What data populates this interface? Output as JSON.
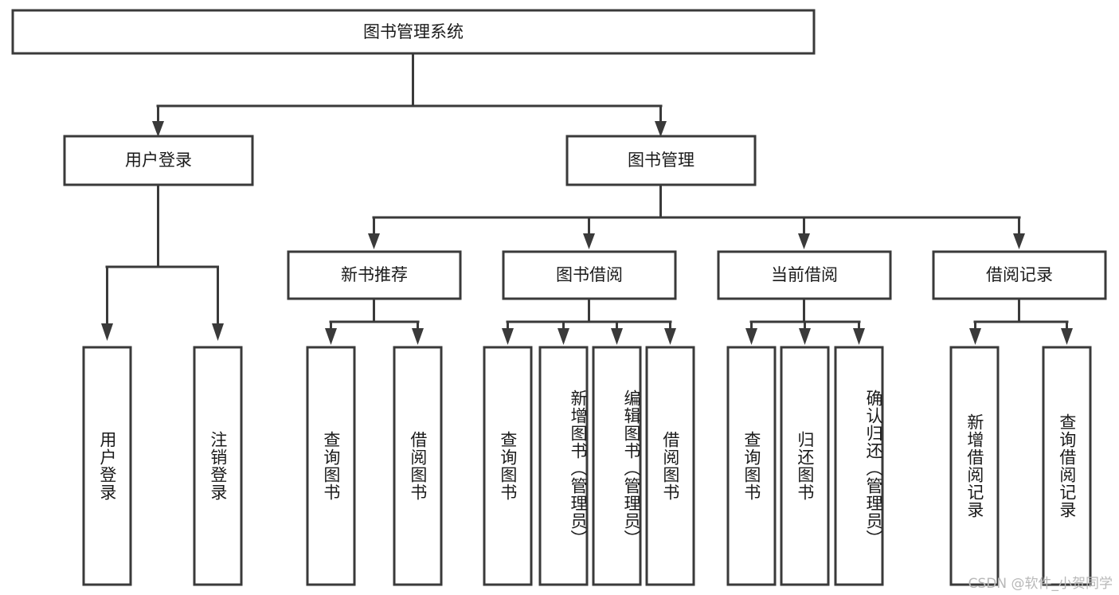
{
  "diagram": {
    "title_node": {
      "label": "图书管理系统"
    },
    "level2": [
      {
        "id": "user-login",
        "label": "用户登录"
      },
      {
        "id": "book-manage",
        "label": "图书管理"
      }
    ],
    "level3": [
      {
        "id": "new-book-recommend",
        "label": "新书推荐"
      },
      {
        "id": "book-borrow",
        "label": "图书借阅"
      },
      {
        "id": "current-borrow",
        "label": "当前借阅"
      },
      {
        "id": "borrow-record",
        "label": "借阅记录"
      }
    ],
    "leaves": {
      "user_login": [
        {
          "id": "leaf-user-login",
          "label": "用户登录"
        },
        {
          "id": "leaf-logout-login",
          "label": "注销登录"
        }
      ],
      "new_book_recommend": [
        {
          "id": "leaf-query-book-1",
          "label": "查询图书"
        },
        {
          "id": "leaf-borrow-book-1",
          "label": "借阅图书"
        }
      ],
      "book_borrow": [
        {
          "id": "leaf-query-book-2",
          "label": "查询图书"
        },
        {
          "id": "leaf-add-book",
          "label": "新增图书（管理员）"
        },
        {
          "id": "leaf-edit-book",
          "label": "编辑图书（管理员）"
        },
        {
          "id": "leaf-borrow-book-2",
          "label": "借阅图书"
        }
      ],
      "current_borrow": [
        {
          "id": "leaf-query-book-3",
          "label": "查询图书"
        },
        {
          "id": "leaf-return-book",
          "label": "归还图书"
        },
        {
          "id": "leaf-confirm-return",
          "label": "确认归还（管理员）"
        }
      ],
      "borrow_record": [
        {
          "id": "leaf-add-record",
          "label": "新增借阅记录"
        },
        {
          "id": "leaf-query-record",
          "label": "查询借阅记录"
        }
      ]
    },
    "watermark": "CSDN @软件_小贺同学",
    "colors": {
      "stroke": "#3a3a3a",
      "fill": "#ffffff",
      "text": "#1a1a1a",
      "watermark": "#b8b8b8"
    }
  }
}
